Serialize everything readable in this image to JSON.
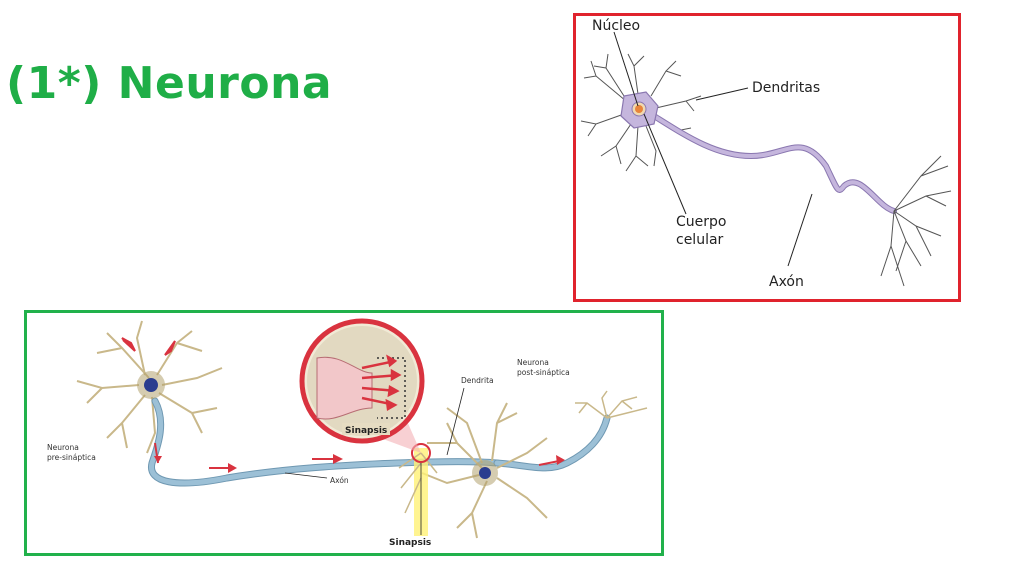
{
  "slide": {
    "title": "(1*) Neurona",
    "title_color": "#1fae47"
  },
  "neuron_diagram": {
    "border_color": "#e0232d",
    "labels": {
      "nucleus": "Núcleo",
      "dendrites": "Dendritas",
      "cell_body_line1": "Cuerpo",
      "cell_body_line2": "celular",
      "axon": "Axón"
    },
    "colors": {
      "neuron_fill": "#c5b6dd",
      "neuron_stroke": "#8a77b0",
      "nucleus": "#e8843a"
    }
  },
  "synapse_diagram": {
    "border_color": "#21b14b",
    "labels": {
      "presynaptic_line1": "Neurona",
      "presynaptic_line2": "pre-sináptica",
      "postsynaptic_line1": "Neurona",
      "postsynaptic_line2": "post-sináptica",
      "dendrite": "Dendrita",
      "axon": "Axón",
      "synapse_inset": "Sinapsis",
      "synapse_bottom": "Sinapsis"
    },
    "colors": {
      "axon": "#8fb4cc",
      "dendrite": "#c9b88a",
      "arrow": "#d9333f",
      "glow": "#fff176"
    }
  }
}
